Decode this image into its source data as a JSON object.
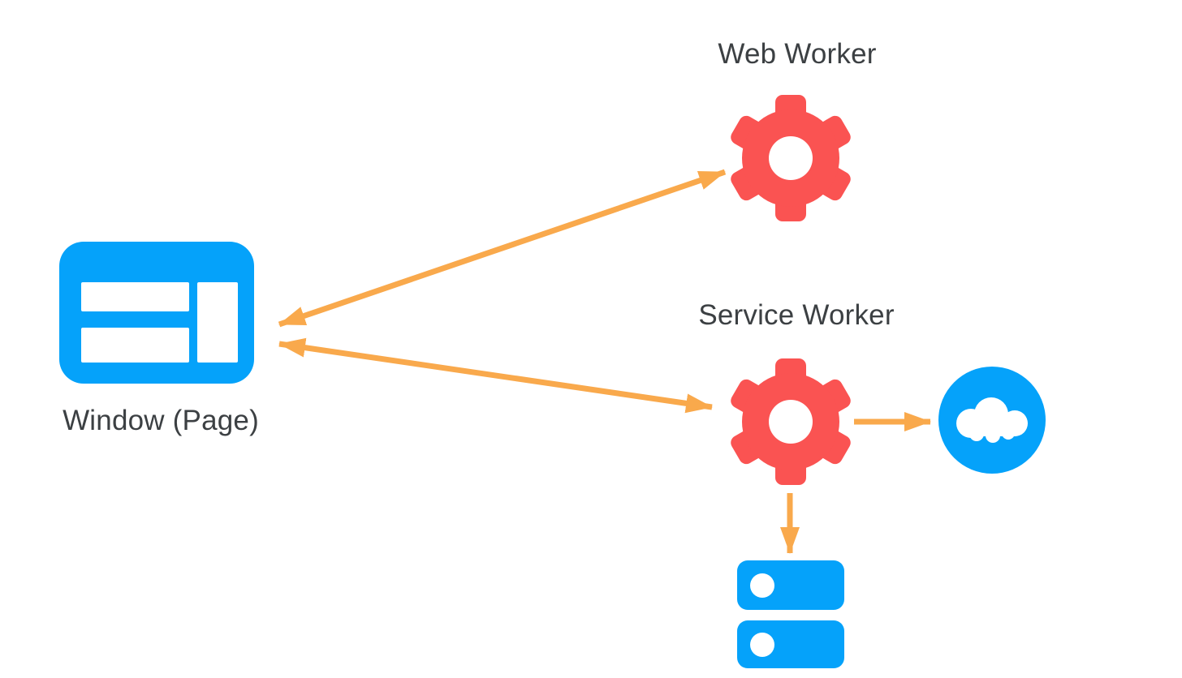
{
  "diagram": {
    "nodes": {
      "window": {
        "label": "Window (Page)",
        "icon": "browser-window-icon"
      },
      "web_worker": {
        "label": "Web Worker",
        "icon": "gear-icon"
      },
      "service_worker": {
        "label": "Service Worker",
        "icon": "gear-icon"
      },
      "network": {
        "icon": "cloud-icon"
      },
      "storage": {
        "icon": "database-stack-icon"
      }
    },
    "edges": [
      {
        "from": "window",
        "to": "web_worker",
        "bidirectional": true
      },
      {
        "from": "window",
        "to": "service_worker",
        "bidirectional": true
      },
      {
        "from": "service_worker",
        "to": "network",
        "bidirectional": false
      },
      {
        "from": "service_worker",
        "to": "storage",
        "bidirectional": false
      }
    ],
    "colors": {
      "blue": "#05A2FA",
      "red": "#FA5352",
      "orange": "#F9A94C",
      "label_text": "#3C4043",
      "background": "#FFFFFF"
    }
  }
}
